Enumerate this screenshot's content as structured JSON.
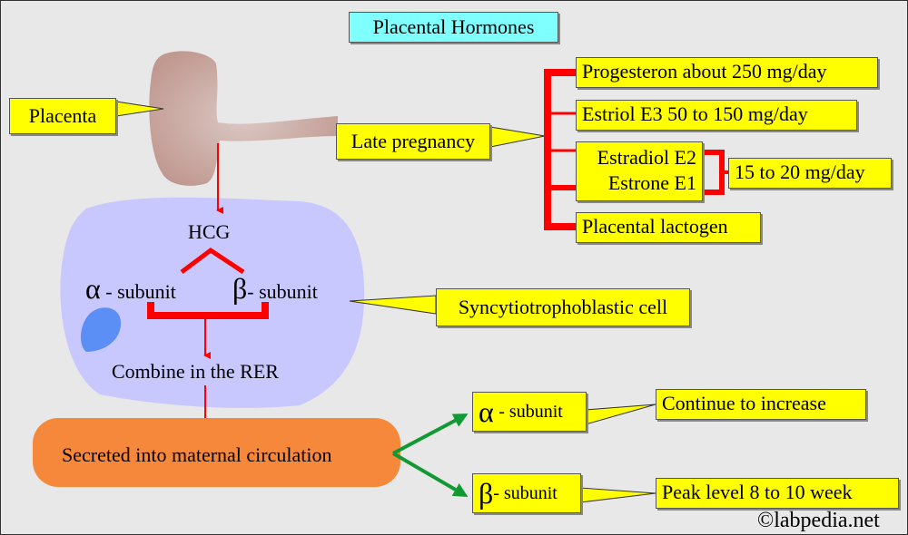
{
  "title": "Placental Hormones",
  "placenta_label": "Placenta",
  "late_pregnancy_label": "Late pregnancy",
  "hormones": [
    {
      "label": "Progesteron about 250 mg/day"
    },
    {
      "label": "Estriol E3 50 to 150 mg/day"
    },
    {
      "label_line1": "Estradiol E2",
      "label_line2": "Estrone E1"
    },
    {
      "label": "Placental lactogen"
    }
  ],
  "estrogen_dose": "15 to 20 mg/day",
  "cell": {
    "hcg": "HCG",
    "alpha_symbol": "α",
    "alpha_text": "- subunit",
    "beta_symbol": "β",
    "beta_text": "- subunit",
    "combine": "Combine in the RER",
    "label": "Syncytiotrophoblastic cell"
  },
  "secreted": "Secreted into maternal circulation",
  "outcomes": [
    {
      "symbol": "α",
      "text": "- subunit",
      "note": "Continue to increase"
    },
    {
      "symbol": "β",
      "text": "- subunit",
      "note": "Peak level 8 to 10 week"
    }
  ],
  "copyright": "©labpedia.net",
  "colors": {
    "callout": "#ffff00",
    "title": "#80ffff",
    "arrow_red": "#ff0000",
    "arrow_green": "#119933",
    "cell": "#c8c8ff",
    "nucleus": "#5b8ff5",
    "secreted": "#f5883a"
  }
}
